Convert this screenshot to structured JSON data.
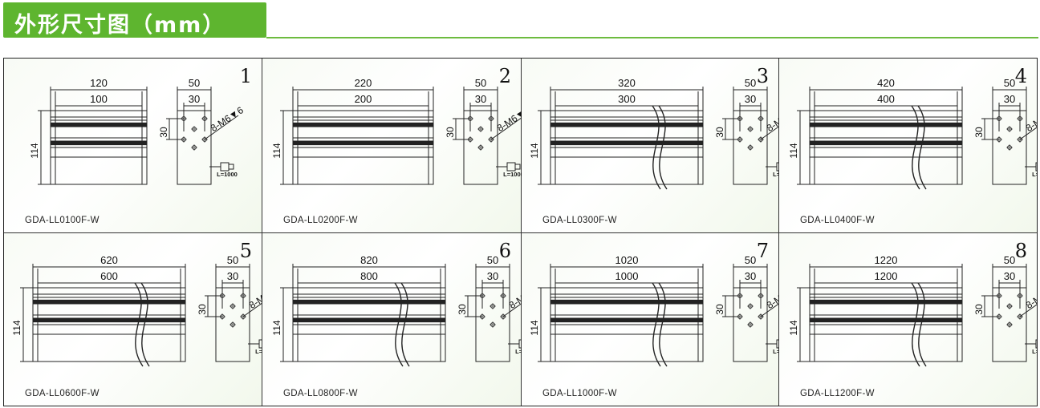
{
  "title": "外形尺寸图（mm）",
  "colors": {
    "title_bg": "#5eb52f",
    "line": "#222222"
  },
  "common": {
    "height": "114",
    "side_width": "50",
    "side_hole": "30",
    "side_vertical": "30",
    "thread": "8-M6▼6",
    "cable": "L=1000"
  },
  "panels": [
    {
      "number": "1",
      "model": "GDA-LL0100F-W",
      "outer": "120",
      "inner": "100",
      "break": false
    },
    {
      "number": "2",
      "model": "GDA-LL0200F-W",
      "outer": "220",
      "inner": "200",
      "break": false
    },
    {
      "number": "3",
      "model": "GDA-LL0300F-W",
      "outer": "320",
      "inner": "300",
      "break": true
    },
    {
      "number": "4",
      "model": "GDA-LL0400F-W",
      "outer": "420",
      "inner": "400",
      "break": true
    },
    {
      "number": "5",
      "model": "GDA-LL0600F-W",
      "outer": "620",
      "inner": "600",
      "break": true
    },
    {
      "number": "6",
      "model": "GDA-LL0800F-W",
      "outer": "820",
      "inner": "800",
      "break": true
    },
    {
      "number": "7",
      "model": "GDA-LL1000F-W",
      "outer": "1020",
      "inner": "1000",
      "break": true
    },
    {
      "number": "8",
      "model": "GDA-LL1200F-W",
      "outer": "1220",
      "inner": "1200",
      "break": true
    }
  ]
}
